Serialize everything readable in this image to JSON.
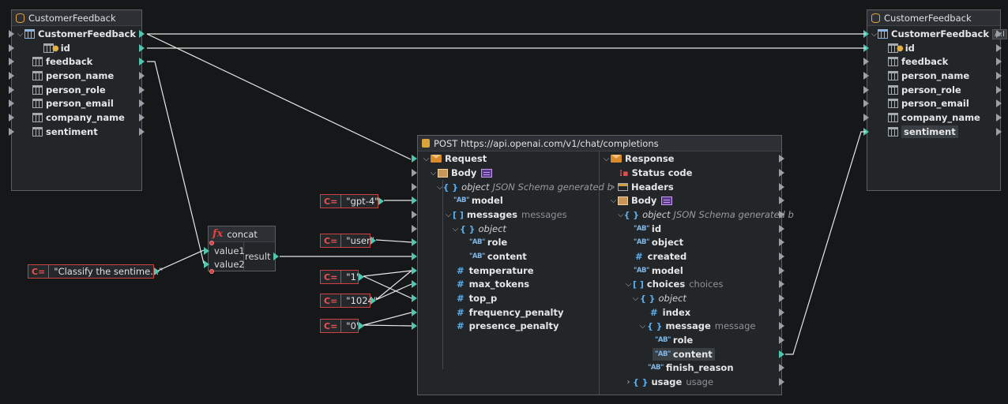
{
  "source": {
    "title": "CustomerFeedback",
    "root": "CustomerFeedback",
    "fields": [
      "id",
      "feedback",
      "person_name",
      "person_role",
      "person_email",
      "company_name",
      "sentiment"
    ]
  },
  "target": {
    "title": "CustomerFeedback",
    "root": "CustomerFeedback",
    "root_badge": "A:I",
    "fields": [
      "id",
      "feedback",
      "person_name",
      "person_role",
      "person_email",
      "company_name",
      "sentiment"
    ]
  },
  "concat": {
    "title": "concat",
    "inputs": [
      "value1",
      "value2"
    ],
    "output": "result"
  },
  "constants": {
    "prompt": "\"Classify the sentime...\"",
    "model": "\"gpt-4\"",
    "role": "\"user\"",
    "temperature": "\"1\"",
    "max_tokens": "\"1024\"",
    "zero": "\"0\"",
    "icon": "C="
  },
  "api": {
    "title": "POST https://api.openai.com/v1/chat/completions",
    "request": {
      "label": "Request",
      "body": "Body",
      "object": "object",
      "object_desc": "JSON Schema generated b",
      "model": "model",
      "messages": "messages",
      "messages_desc": "messages",
      "msg_object": "object",
      "role": "role",
      "content": "content",
      "temperature": "temperature",
      "max_tokens": "max_tokens",
      "top_p": "top_p",
      "frequency_penalty": "frequency_penalty",
      "presence_penalty": "presence_penalty"
    },
    "response": {
      "label": "Response",
      "status": "Status code",
      "headers": "Headers",
      "body": "Body",
      "object": "object",
      "object_desc": "JSON Schema generated b",
      "id": "id",
      "obj": "object",
      "created": "created",
      "model": "model",
      "choices": "choices",
      "choices_desc": "choices",
      "choice_object": "object",
      "index": "index",
      "message": "message",
      "message_desc": "message",
      "role": "role",
      "content": "content",
      "finish_reason": "finish_reason",
      "usage": "usage",
      "usage_desc": "usage"
    }
  },
  "colors": {
    "wire": "#e8e8e8",
    "connector": "#50c8b0",
    "const_border": "#d04040"
  }
}
